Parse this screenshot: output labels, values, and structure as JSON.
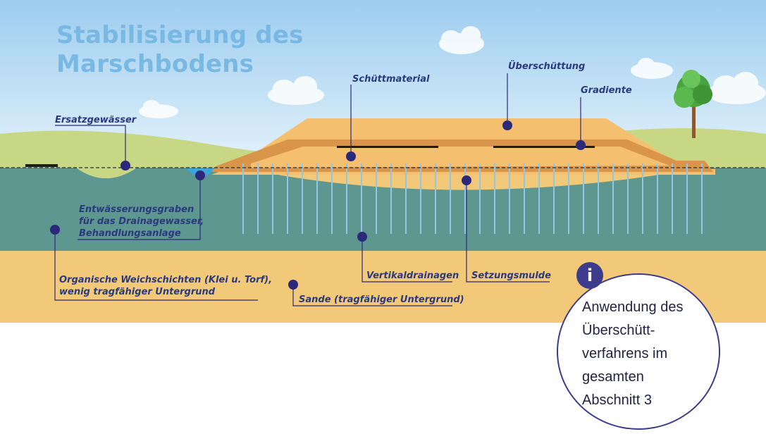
{
  "title": {
    "line1": "Stabilisierung des",
    "line2": "Marschbodens"
  },
  "labels": {
    "ersatzgewaesser": "Ersatzgewässer",
    "schuettmaterial": "Schüttmaterial",
    "ueberschuettung": "Überschüttung",
    "gradiente": "Gradiente",
    "entwaesserung": [
      "Entwässerungsgraben",
      "für das Drainagewasser,",
      "Behandlungsanlage"
    ],
    "organische": [
      "Organische Weichschichten (Klei u. Torf),",
      "wenig tragfähiger Untergrund"
    ],
    "vertikaldrainagen": "Vertikaldrainagen",
    "setzungsmulde": "Setzungsmulde",
    "sande": "Sande (tragfähiger Untergrund)"
  },
  "info": {
    "badge": "i",
    "lines": [
      "Anwendung des",
      "Überschütt-",
      "verfahrens im",
      "gesamten",
      "Abschnitt 3"
    ]
  },
  "icons": {
    "badge": "info-icon",
    "tree": "tree-icon",
    "cloud": "cloud-icon"
  },
  "colors": {
    "sky_top": "#a9d4f1",
    "sky_bottom": "#e6f3fb",
    "hills": "#c8d783",
    "soft_soil": "#5e9690",
    "sand": "#f2c978",
    "embankment_outer": "#f4c070",
    "embankment_inner": "#d9954a",
    "water": "#3aa4dc",
    "drains": "#8fc7e6",
    "marker": "#2b2a7a",
    "title": "#7ab8e4",
    "label": "#2a3a7e"
  }
}
